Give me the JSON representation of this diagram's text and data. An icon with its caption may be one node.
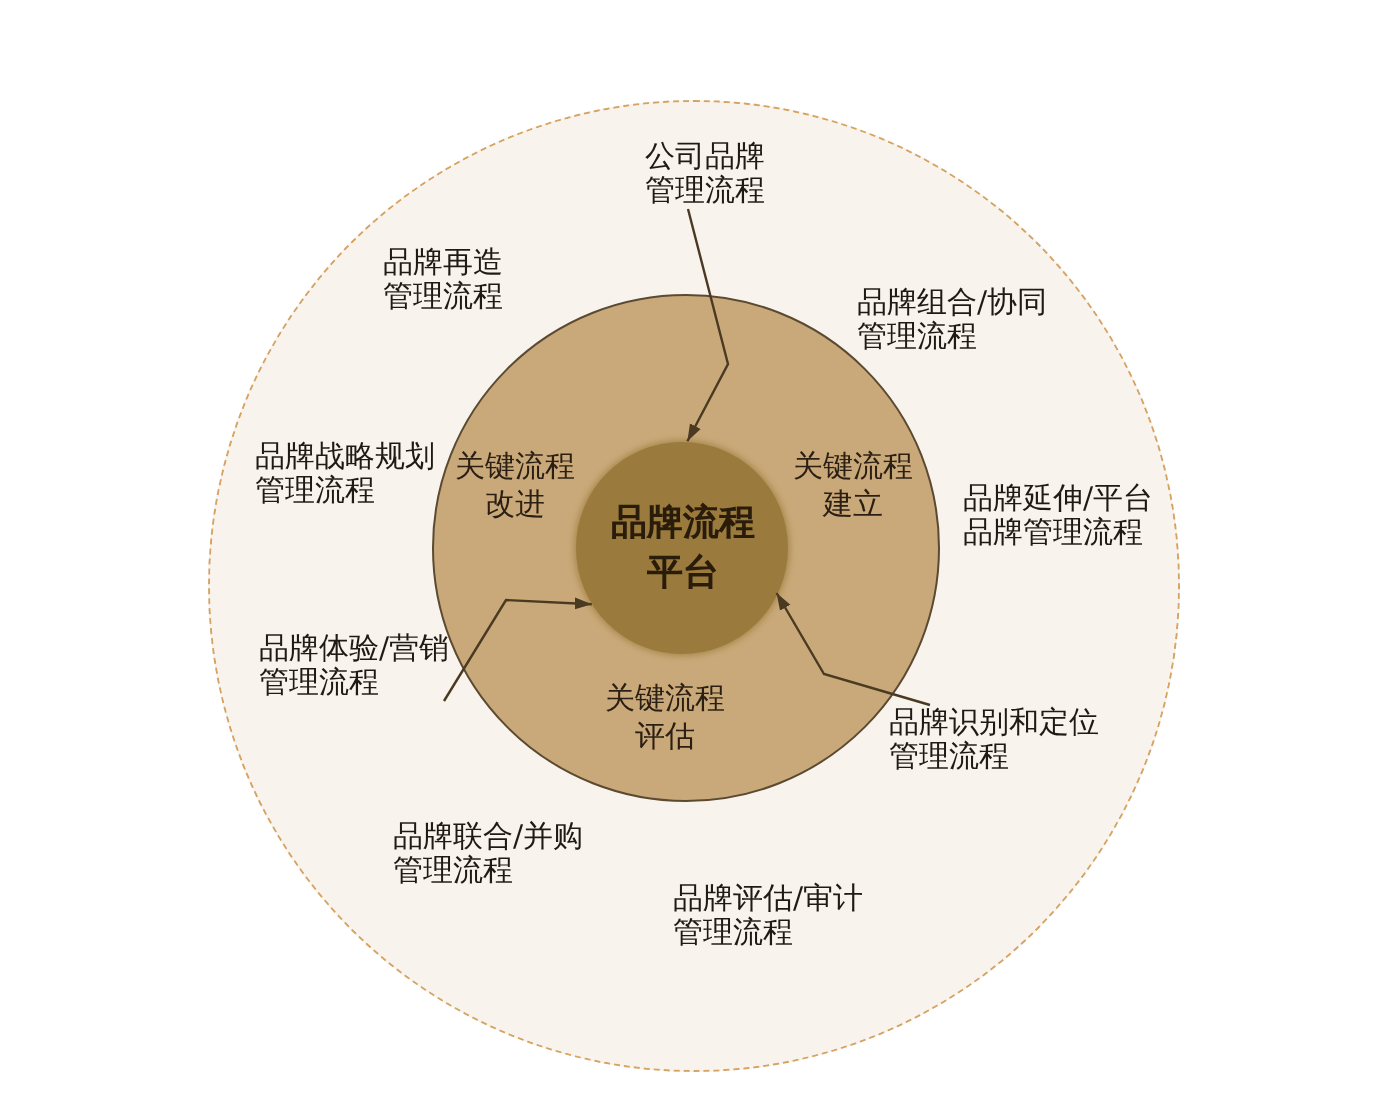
{
  "diagram": {
    "nodes": [
      {
        "text": [],
        "shape": "circle"
      },
      {
        "text": [
          "关键流程改进",
          "关键流程建立",
          "关键流程评估"
        ],
        "in": 0
      },
      {
        "text": [
          "品牌流程平台"
        ],
        "in": 1
      },
      {
        "text": [
          "公司品牌管理流程"
        ],
        "in": 0
      },
      {
        "text": [
          "品牌再造管理流程"
        ],
        "in": 0
      },
      {
        "text": [
          "品牌组合/协同管理流程"
        ],
        "in": 0
      },
      {
        "text": [
          "品牌战略规划管理流程"
        ],
        "in": 0
      },
      {
        "text": [
          "品牌延伸/平台品牌管理流程"
        ],
        "in": 0
      },
      {
        "text": [
          "品牌体验/营销管理流程"
        ],
        "in": 0
      },
      {
        "text": [
          "品牌识别和定位管理流程"
        ],
        "in": 0
      },
      {
        "text": [
          "品牌联合/并购管理流程"
        ],
        "in": 0
      },
      {
        "text": [
          "品牌评估/审计管理流程"
        ],
        "in": 0
      }
    ],
    "edges": [
      {
        "from": 3,
        "to": 2,
        "arrow": "to"
      },
      {
        "from": 9,
        "to": 2,
        "arrow": "to"
      },
      {
        "from": 8,
        "to": 2,
        "arrow": "to"
      }
    ]
  }
}
